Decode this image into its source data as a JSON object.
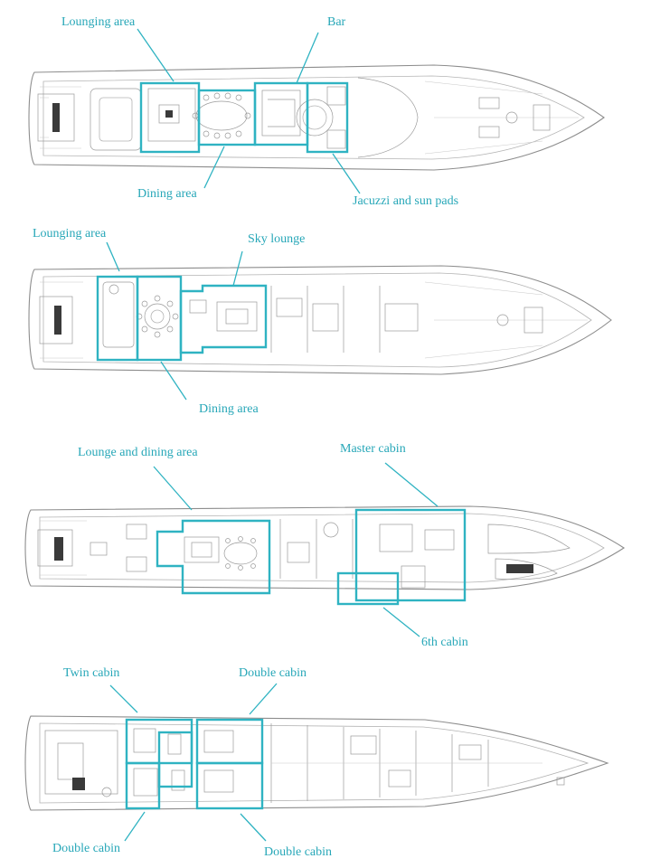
{
  "accent_color": "#2fb3c2",
  "decks": [
    {
      "labels": {
        "lounging": "Lounging area",
        "bar": "Bar",
        "dining": "Dining area",
        "jacuzzi": "Jacuzzi and sun pads"
      }
    },
    {
      "labels": {
        "lounging": "Lounging area",
        "sky_lounge": "Sky lounge",
        "dining": "Dining area"
      }
    },
    {
      "labels": {
        "lounge_dining": "Lounge and dining area",
        "master": "Master cabin",
        "sixth": "6th cabin"
      }
    },
    {
      "labels": {
        "twin": "Twin cabin",
        "double_top": "Double cabin",
        "double_bl": "Double cabin",
        "double_br": "Double cabin"
      }
    }
  ]
}
